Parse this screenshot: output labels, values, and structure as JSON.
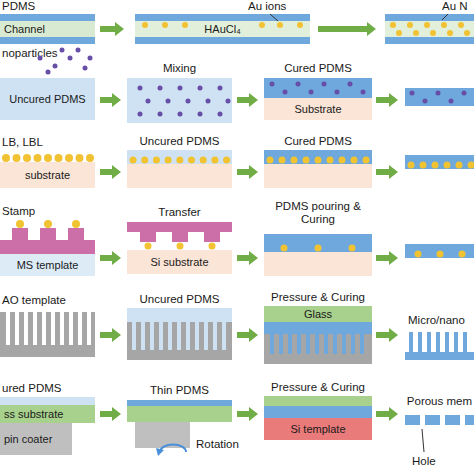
{
  "diagram": {
    "nodes": [
      {
        "text": [
          "Channel"
        ]
      },
      {
        "text": [
          "HAuCl₄"
        ]
      },
      {
        "text": [
          "Uncured PDMS"
        ]
      },
      {
        "text": [
          "Substrate"
        ]
      },
      {
        "text": [
          "substrate"
        ]
      },
      {
        "text": [
          "MS template"
        ]
      },
      {
        "text": [
          "Si substrate"
        ]
      },
      {
        "text": [
          "Glass"
        ]
      },
      {
        "text": [
          "ss substrate"
        ]
      },
      {
        "text": [
          "pin coater"
        ]
      },
      {
        "text": [
          "Si template"
        ]
      }
    ],
    "labels": [
      "PDMS",
      "Au ions",
      "Au N",
      "noparticles",
      "Mixing",
      "Cured PDMS",
      "LB, LBL",
      "Uncured PDMS",
      "Cured PDMS",
      "Stamp",
      "Transfer",
      "PDMS pouring & Curing",
      "AO template",
      "Uncured PDMS",
      "Pressure & Curing",
      "Micro/nano",
      "ured PDMS",
      "Thin PDMS",
      "Rotation",
      "Pressure & Curing",
      "Porous mem",
      "Hole"
    ]
  }
}
